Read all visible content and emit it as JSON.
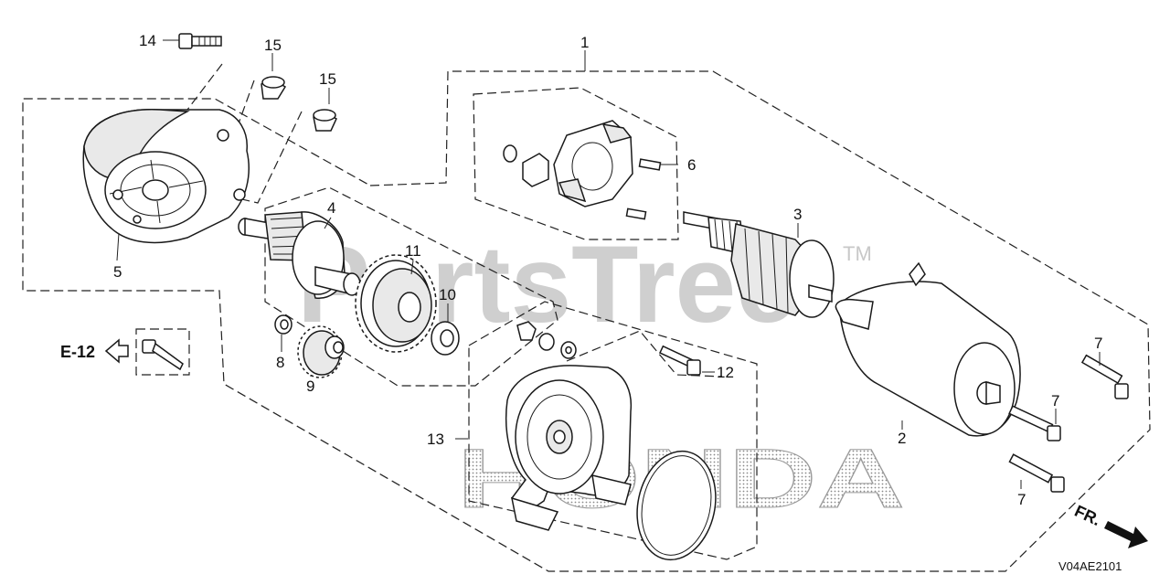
{
  "callouts": {
    "c1": "1",
    "c2": "2",
    "c3": "3",
    "c4": "4",
    "c5": "5",
    "c6": "6",
    "c7a": "7",
    "c7b": "7",
    "c7c": "7",
    "c8": "8",
    "c9": "9",
    "c10": "10",
    "c11": "11",
    "c12": "12",
    "c13": "13",
    "c14": "14",
    "c15a": "15",
    "c15b": "15"
  },
  "reference": {
    "label": "E-12"
  },
  "watermark": {
    "text": "PartsTree",
    "trademark": "TM",
    "brand": "HONDA"
  },
  "direction": {
    "label": "FR."
  },
  "diagram_code": "V04AE2101"
}
